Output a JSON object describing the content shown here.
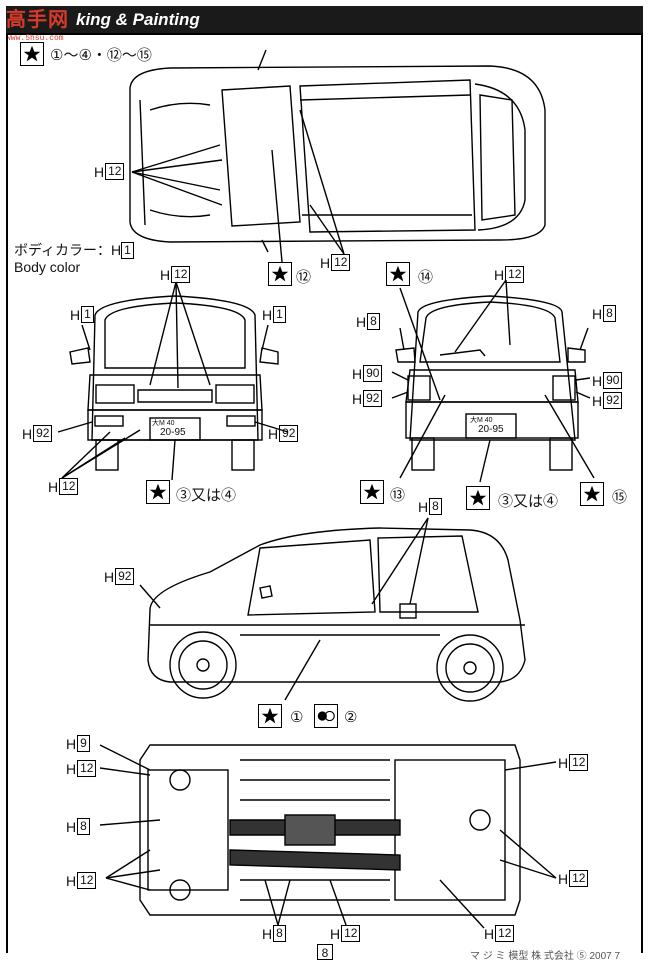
{
  "header": {
    "title": "king & Painting",
    "logo_text": "高手网",
    "logo_sub": "www.5hsu.com"
  },
  "top_view": {
    "marks_label": "①～④・⑫～⑮",
    "h12_left": "12",
    "h12_right": "12",
    "mark_12": "⑫",
    "body_color_jp": "ボディカラー：H",
    "body_color_num": "1",
    "body_color_en": "Body color"
  },
  "front_view": {
    "h12_top": "12",
    "h1_left": "1",
    "h1_right": "1",
    "h92_left": "92",
    "h92_right": "92",
    "h12_bottom": "12",
    "plate_top": "大M 40",
    "plate_num": "20-95",
    "mark_bottom": "③又は④"
  },
  "rear_view": {
    "mark_14": "⑭",
    "h12_top": "12",
    "h8_left": "8",
    "h8_right": "8",
    "h90_left": "90",
    "h90_right": "90",
    "h92_left": "92",
    "h92_right": "92",
    "plate_top": "大M 40",
    "plate_num": "20-95",
    "mark_13": "⑬",
    "mark_mid": "③又は④",
    "mark_15": "⑮"
  },
  "side_view": {
    "h8": "8",
    "h92": "92",
    "mark_1": "①",
    "mark_2": "②"
  },
  "under_view": {
    "h9": "9",
    "h12_left_top": "12",
    "h8_left": "8",
    "h12_left_bottom": "12",
    "h12_right_top": "12",
    "h12_right_bottom": "12",
    "h8_bottom": "8",
    "h12_bottom_mid": "12",
    "h12_bottom_right": "12"
  },
  "footer": {
    "page": "8",
    "note": "マ ジ ミ 模型 株 式会社 ⑤ 2007 7"
  }
}
